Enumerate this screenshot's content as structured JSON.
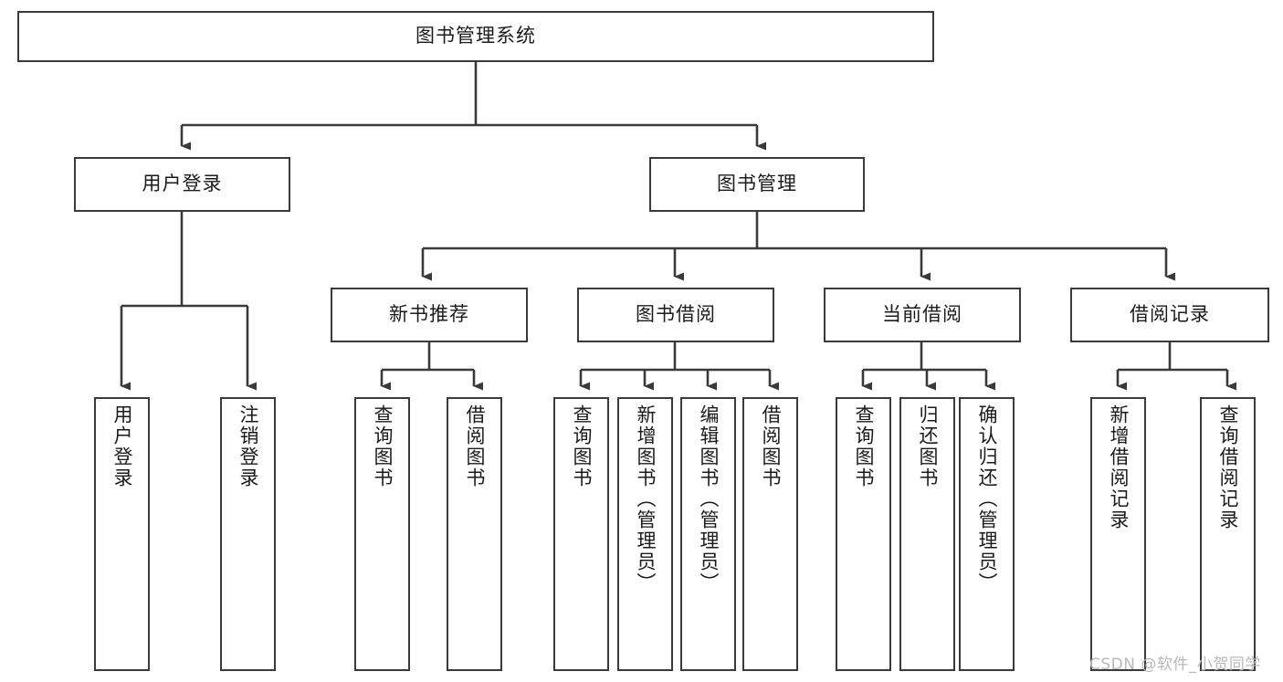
{
  "diagram": {
    "title_node": "图书管理系统",
    "watermark": "CSDN @软件_小贺同学",
    "stroke_color": "#3a3a3a",
    "text_color": "#1b1b1b",
    "background_color": "#ffffff",
    "watermark_color": "#b9b9b9",
    "type": "tree-hierarchy-diagram",
    "levels": 4
  },
  "level2": {
    "user_login": "用户登录",
    "book_management": "图书管理"
  },
  "level3": {
    "new_book_recommend": "新书推荐",
    "book_borrow": "图书借阅",
    "current_borrow": "当前借阅",
    "borrow_record": "借阅记录"
  },
  "leaves": {
    "user_login": [
      {
        "label": "用户登录"
      },
      {
        "label": "注销登录"
      }
    ],
    "new_book_recommend": [
      {
        "label": "查询图书"
      },
      {
        "label": "借阅图书"
      }
    ],
    "book_borrow": [
      {
        "label": "查询图书"
      },
      {
        "label": "新增图书（管理员）"
      },
      {
        "label": "编辑图书（管理员）"
      },
      {
        "label": "借阅图书"
      }
    ],
    "current_borrow": [
      {
        "label": "查询图书"
      },
      {
        "label": "归还图书"
      },
      {
        "label": "确认归还（管理员）"
      }
    ],
    "borrow_record": [
      {
        "label": "新增借阅记录"
      },
      {
        "label": "查询借阅记录"
      }
    ]
  }
}
